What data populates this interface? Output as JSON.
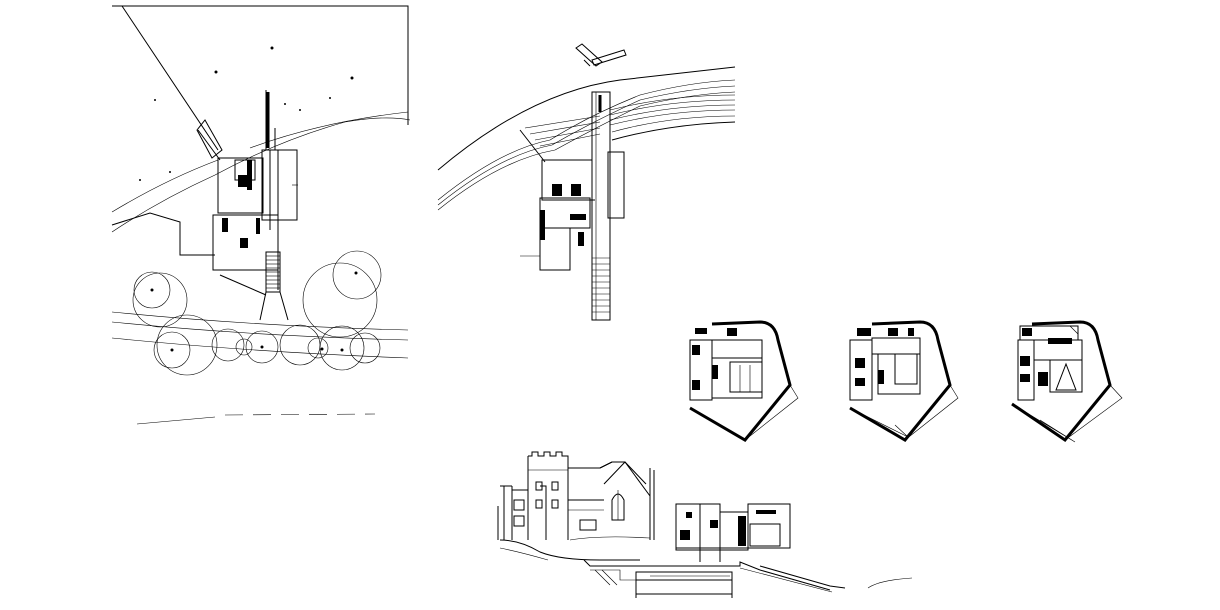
{
  "drawing": {
    "background": "#ffffff",
    "line_color": "#000000",
    "views": [
      {
        "id": "site-plan",
        "kind": "site plan"
      },
      {
        "id": "roof-plan",
        "kind": "roof / entry plan"
      },
      {
        "id": "floor-plans",
        "kind": "floor plans",
        "count": 3
      },
      {
        "id": "elevation",
        "kind": "elevation"
      }
    ]
  }
}
